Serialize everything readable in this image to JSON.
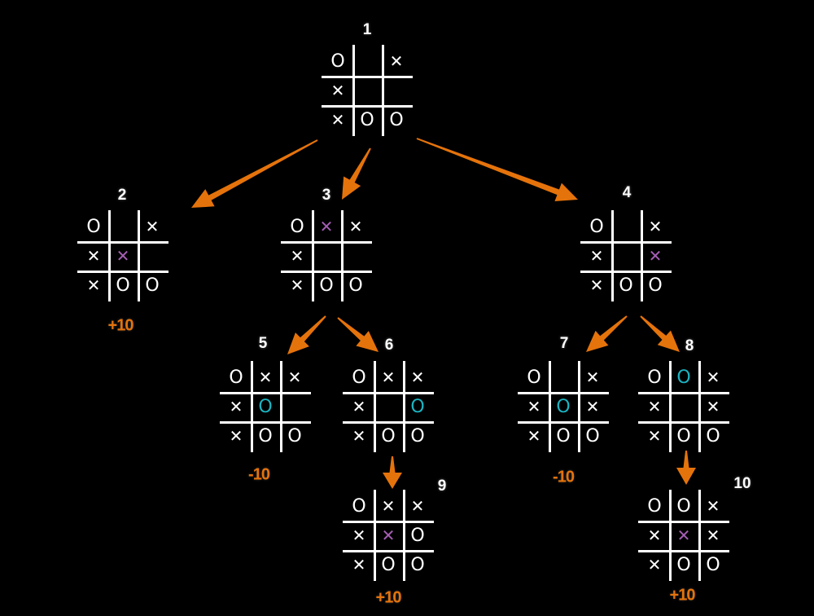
{
  "colors": {
    "arrow": "#e5730b",
    "score": "#e5730b",
    "new_x": "#a55fb4",
    "new_o": "#1cb4c2",
    "mark": "#ffffff"
  },
  "nodes": [
    {
      "label": "1",
      "cells": [
        "O",
        "",
        "X",
        "X",
        "",
        "",
        "X",
        "O",
        "O"
      ],
      "new": -1,
      "score": ""
    },
    {
      "label": "2",
      "cells": [
        "O",
        "",
        "X",
        "X",
        "X",
        "",
        "X",
        "O",
        "O"
      ],
      "new": 4,
      "score": "+10"
    },
    {
      "label": "3",
      "cells": [
        "O",
        "X",
        "X",
        "X",
        "",
        "",
        "X",
        "O",
        "O"
      ],
      "new": 1,
      "score": ""
    },
    {
      "label": "4",
      "cells": [
        "O",
        "",
        "X",
        "X",
        "",
        "X",
        "X",
        "O",
        "O"
      ],
      "new": 5,
      "score": ""
    },
    {
      "label": "5",
      "cells": [
        "O",
        "X",
        "X",
        "X",
        "O",
        "",
        "X",
        "O",
        "O"
      ],
      "new": 4,
      "score": "-10"
    },
    {
      "label": "6",
      "cells": [
        "O",
        "X",
        "X",
        "X",
        "",
        "O",
        "X",
        "O",
        "O"
      ],
      "new": 5,
      "score": ""
    },
    {
      "label": "7",
      "cells": [
        "O",
        "",
        "X",
        "X",
        "O",
        "X",
        "X",
        "O",
        "O"
      ],
      "new": 4,
      "score": "-10"
    },
    {
      "label": "8",
      "cells": [
        "O",
        "O",
        "X",
        "X",
        "",
        "X",
        "X",
        "O",
        "O"
      ],
      "new": 1,
      "score": ""
    },
    {
      "label": "9",
      "cells": [
        "O",
        "X",
        "X",
        "X",
        "X",
        "O",
        "X",
        "O",
        "O"
      ],
      "new": 4,
      "score": "+10"
    },
    {
      "label": "10",
      "cells": [
        "O",
        "O",
        "X",
        "X",
        "X",
        "X",
        "X",
        "O",
        "O"
      ],
      "new": 4,
      "score": "+10"
    }
  ],
  "edges": [
    [
      "1",
      "2"
    ],
    [
      "1",
      "3"
    ],
    [
      "1",
      "4"
    ],
    [
      "3",
      "5"
    ],
    [
      "3",
      "6"
    ],
    [
      "4",
      "7"
    ],
    [
      "4",
      "8"
    ],
    [
      "6",
      "9"
    ],
    [
      "8",
      "10"
    ]
  ]
}
